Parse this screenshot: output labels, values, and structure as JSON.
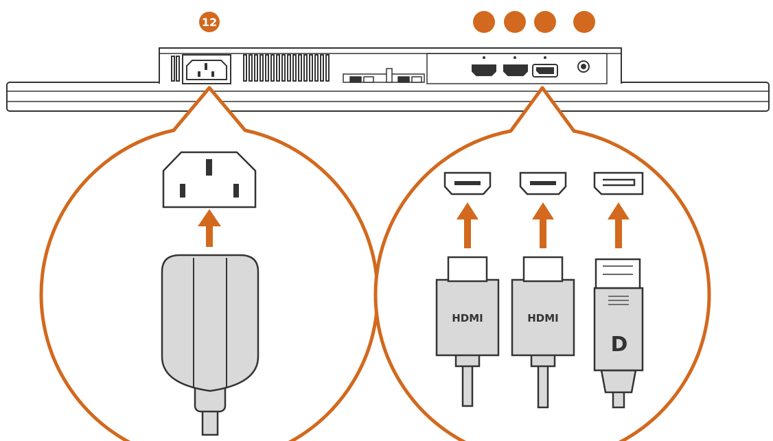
{
  "callouts": {
    "power": {
      "number": "12"
    },
    "video": [
      {
        "number": ""
      },
      {
        "number": ""
      },
      {
        "number": ""
      },
      {
        "number": ""
      }
    ]
  },
  "cables": {
    "hdmi_1": {
      "label": "HDMI"
    },
    "hdmi_2": {
      "label": "HDMI"
    },
    "displayport": {
      "logo": "D"
    }
  },
  "colors": {
    "accent": "#d2691e",
    "outline": "#333333",
    "cable_fill": "#d9d9d9",
    "background": "#ffffff"
  }
}
